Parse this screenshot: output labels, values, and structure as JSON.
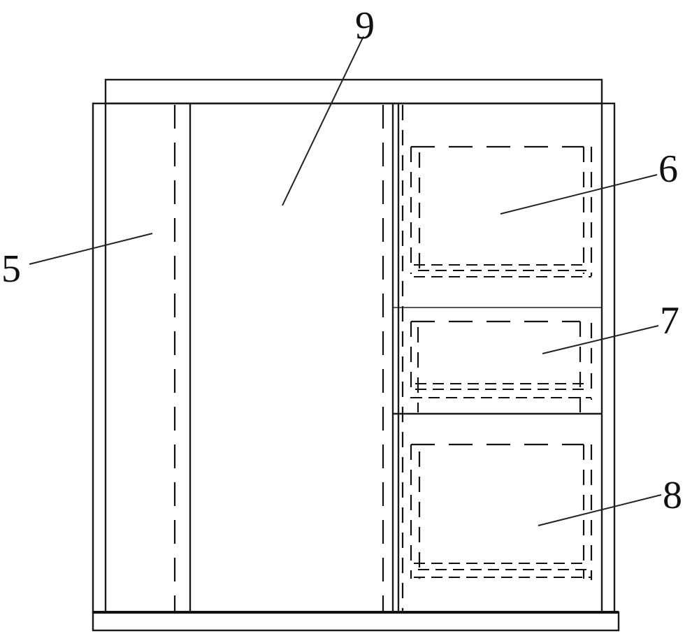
{
  "labels": {
    "part_5": "5",
    "part_6": "6",
    "part_7": "7",
    "part_8": "8",
    "part_9": "9"
  }
}
